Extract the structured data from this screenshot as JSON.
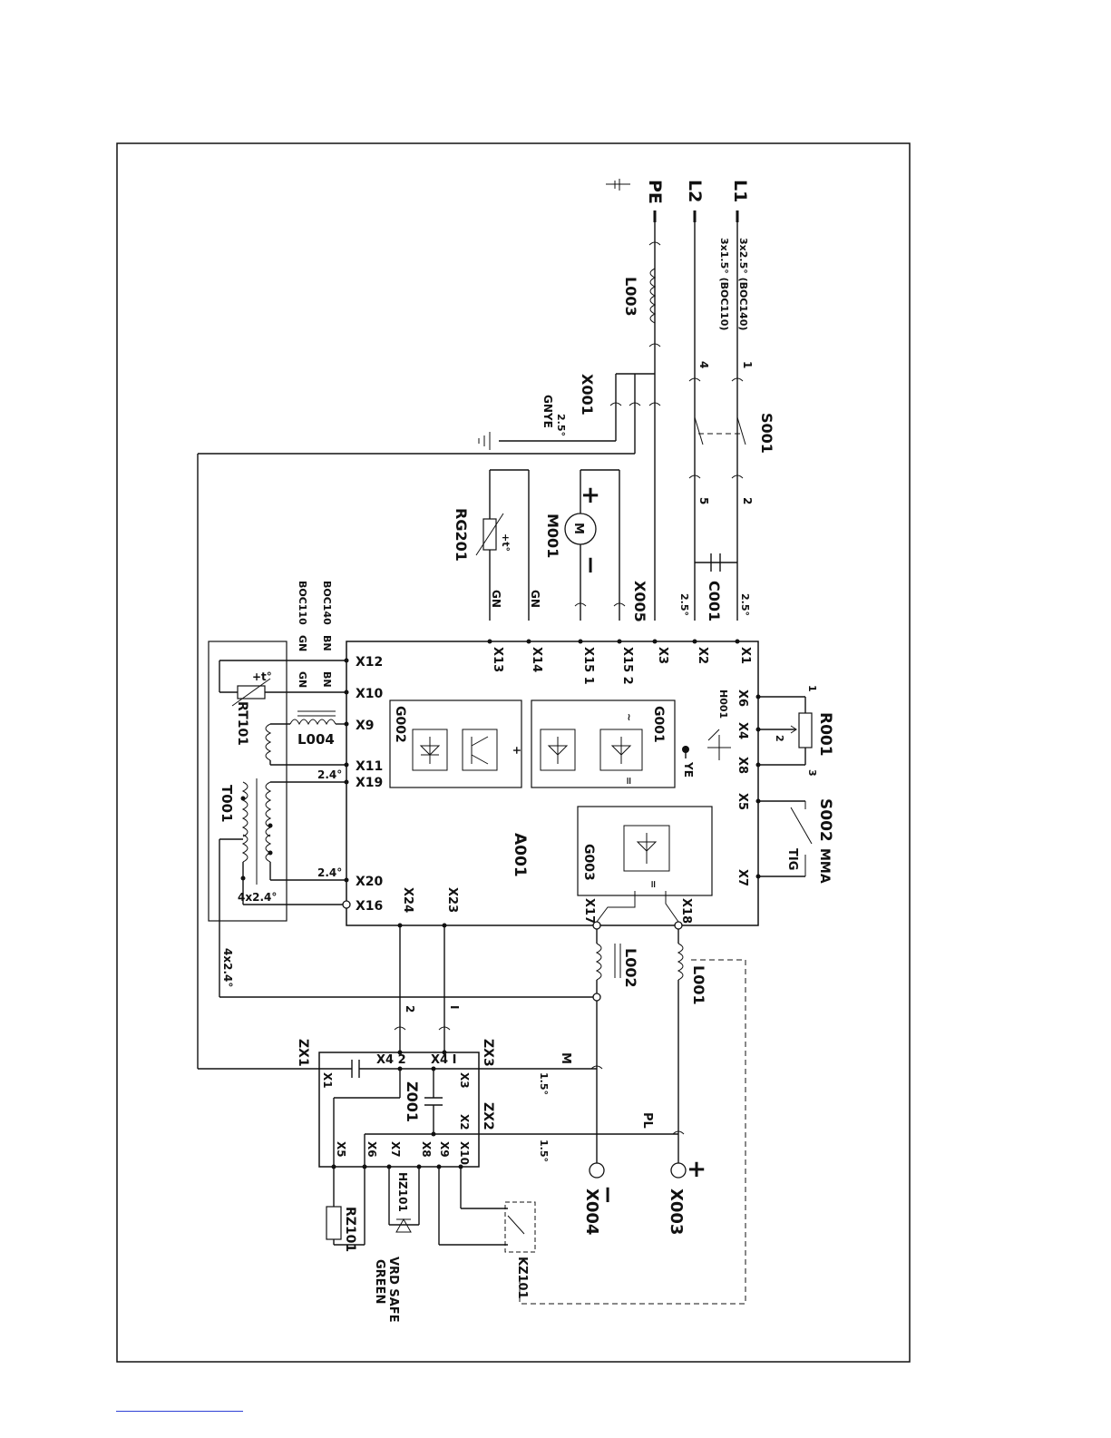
{
  "colors": {
    "ink": "#111111",
    "paper": "#ffffff",
    "footer_rule": "#2d3fd6"
  },
  "mains": {
    "l1": "L1",
    "l2": "L2",
    "pe": "PE",
    "cable_boc140": "3x2.5° (BOC140)",
    "cable_boc110": "3x1.5° (BOC110)",
    "earth_icon": "ground-icon"
  },
  "components": {
    "s001": "S001",
    "l003": "L003",
    "x001": "X001",
    "gnye": "GNYE",
    "gnye_size": "2.5°",
    "rg201": "RG201",
    "rg201_label": "+t°",
    "m001": "M001",
    "x005": "X005",
    "c001": "C001",
    "a001": "A001",
    "g001": "G001",
    "g002": "G002",
    "g003": "G003",
    "h001": "H001",
    "ye": "YE",
    "r001": "R001",
    "s002": "S002",
    "mma": "MMA",
    "tig": "TIG",
    "rt101": "RT101",
    "rt101_label": "+t°",
    "l004": "L004",
    "t001": "T001",
    "l002": "L002",
    "l001": "L001",
    "z001": "Z001",
    "hz101": "HZ101",
    "rz101": "RZ101",
    "kz101": "KZ101",
    "x004": "X004",
    "x003": "X003",
    "vrd": "VRD SAFE",
    "green": "GREEN"
  },
  "pins": {
    "s001_1": "1",
    "s001_2": "2",
    "s001_4": "4",
    "s001_5": "5",
    "m_plus": "+",
    "m_minus": "−",
    "gn": "GN",
    "size_25": "2.5°",
    "boc140": "BOC140",
    "boc110": "BOC110",
    "bn": "BN",
    "x12": "X12",
    "x10": "X10",
    "x9": "X9",
    "x11": "X11",
    "x19": "X19",
    "x20": "X20",
    "x16": "X16",
    "x13": "X13",
    "x14": "X14",
    "x15_1": "X15 1",
    "x15_2": "X15 2",
    "x3": "X3",
    "x2": "X2",
    "x1": "X1",
    "x6": "X6",
    "x4": "X4",
    "x8": "X8",
    "x5": "X5",
    "x7": "X7",
    "r_1": "1",
    "r_2": "2",
    "r_3": "3",
    "x24": "X24",
    "x23": "X23",
    "x17": "X17",
    "x18": "X18",
    "size_24": "2.4°",
    "size_4x24": "4x2.4°",
    "zx1": "ZX1",
    "zx2": "ZX2",
    "zx3": "ZX3",
    "zx4_2": "X4  2",
    "zx4_1": "X4  I",
    "z_x1": "X1",
    "z_x3": "X3",
    "z_x2": "X2",
    "z_x5": "X5",
    "z_x6": "X6",
    "z_x7": "X7",
    "z_x8": "X8",
    "z_x9": "X9",
    "z_x10": "X10",
    "conn_2": "2",
    "conn_1": "I",
    "m": "M",
    "pl": "PL",
    "size_15": "1.5°",
    "minus": "−",
    "plus": "+"
  }
}
